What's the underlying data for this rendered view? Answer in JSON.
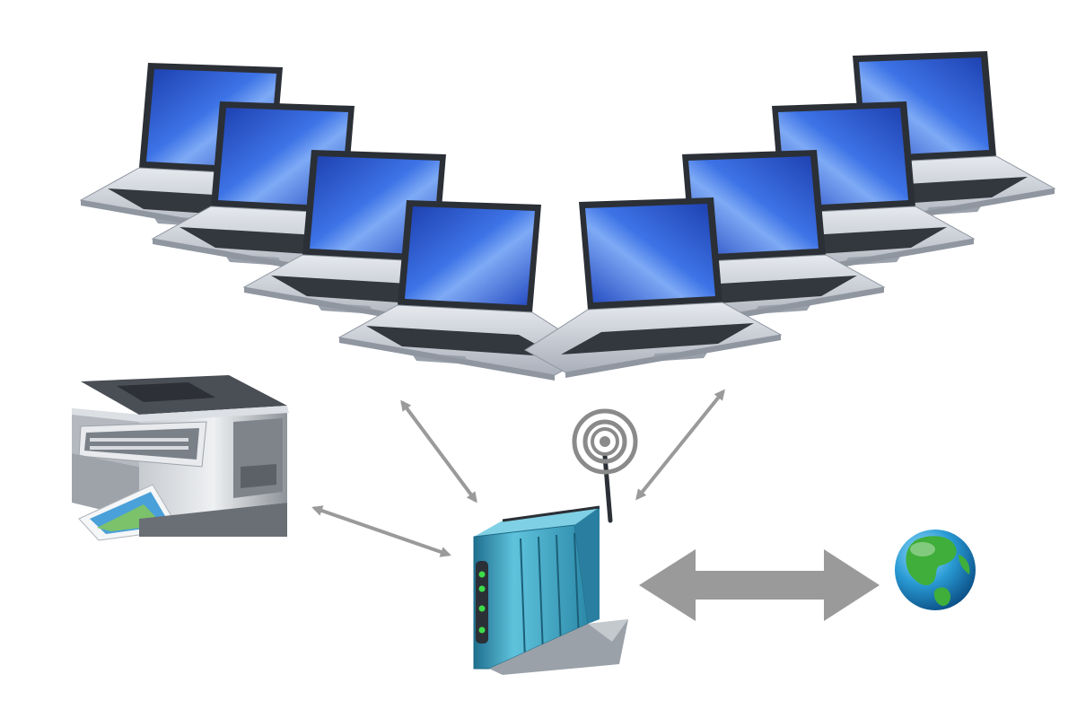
{
  "diagram": {
    "nodes": [
      {
        "id": "laptop-left-1",
        "type": "laptop",
        "icon": "laptop-icon"
      },
      {
        "id": "laptop-left-2",
        "type": "laptop",
        "icon": "laptop-icon"
      },
      {
        "id": "laptop-left-3",
        "type": "laptop",
        "icon": "laptop-icon"
      },
      {
        "id": "laptop-left-4",
        "type": "laptop",
        "icon": "laptop-icon"
      },
      {
        "id": "laptop-right-1",
        "type": "laptop",
        "icon": "laptop-icon"
      },
      {
        "id": "laptop-right-2",
        "type": "laptop",
        "icon": "laptop-icon"
      },
      {
        "id": "laptop-right-3",
        "type": "laptop",
        "icon": "laptop-icon"
      },
      {
        "id": "laptop-right-4",
        "type": "laptop",
        "icon": "laptop-icon"
      },
      {
        "id": "printer",
        "type": "printer",
        "icon": "printer-icon"
      },
      {
        "id": "router",
        "type": "wireless-router",
        "icon": "wireless-router-icon"
      },
      {
        "id": "internet",
        "type": "globe",
        "icon": "globe-icon"
      }
    ],
    "links": [
      {
        "from": "laptop-left-group",
        "to": "router",
        "style": "bidirectional-thin"
      },
      {
        "from": "laptop-right-group",
        "to": "router",
        "style": "bidirectional-thin"
      },
      {
        "from": "printer",
        "to": "router",
        "style": "bidirectional-thin"
      },
      {
        "from": "router",
        "to": "internet",
        "style": "bidirectional-thick"
      }
    ],
    "colors": {
      "screen": "#2e5fd6",
      "screen_light": "#6f9cf2",
      "bezel": "#2b2f36",
      "laptop_body": "#c9ced6",
      "router": "#3fa6c4",
      "arrow": "#9a9a9a",
      "globe_sea": "#1f8fc9",
      "globe_land": "#3fae3a",
      "led": "#3ddc4a"
    }
  }
}
